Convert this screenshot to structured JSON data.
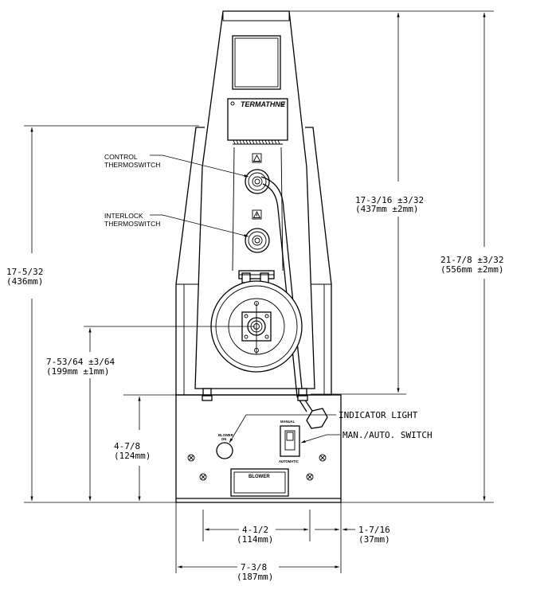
{
  "drawing": {
    "brand_plate": "TERMATHNE",
    "callouts": {
      "control_thermoswitch": [
        "CONTROL",
        "THERMOSWITCH"
      ],
      "interlock_thermoswitch": [
        "INTERLOCK",
        "THERMOSWITCH"
      ],
      "indicator_light": "INDICATOR  LIGHT",
      "man_auto_switch": "MAN./AUTO. SWITCH"
    },
    "panel_labels": {
      "blower_plate": "BLOWER",
      "blower_on": [
        "BLOWER",
        "ON"
      ],
      "manual": "MANUAL",
      "automatic": "AUTOMATIC"
    },
    "dimensions": {
      "height_top": [
        "17-3/16  ±3/32",
        "(437mm ±2mm)"
      ],
      "height_total": [
        "21-7/8  ±3/32",
        "(556mm  ±2mm)"
      ],
      "height_left": [
        "17-5/32",
        "(436mm)"
      ],
      "center_height": [
        "7-53/64  ±3/64",
        "(199mm  ±1mm)"
      ],
      "base_height": [
        "4-7/8",
        "(124mm)"
      ],
      "hole_spacing": [
        "4-1/2",
        "(114mm)"
      ],
      "edge_offset": [
        "1-7/16",
        "(37mm)"
      ],
      "base_width": [
        "7-3/8",
        "(187mm)"
      ]
    }
  }
}
